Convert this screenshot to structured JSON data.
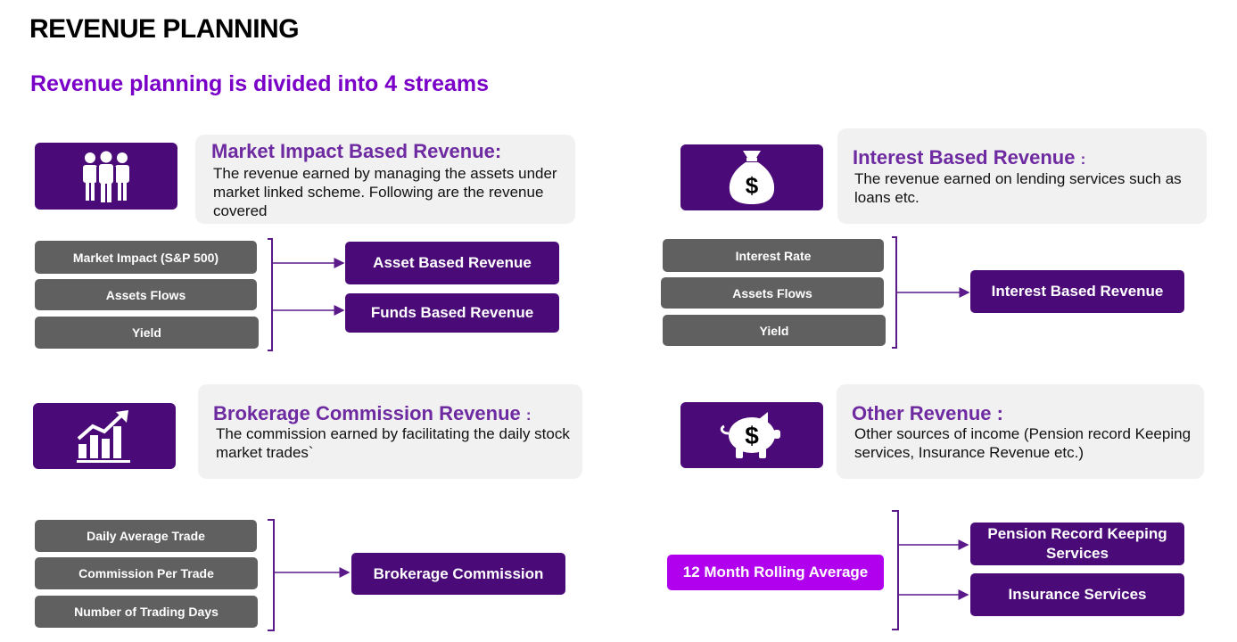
{
  "page": {
    "title": "REVENUE PLANNING",
    "subtitle": "Revenue planning is divided into 4 streams"
  },
  "colors": {
    "dark_purple": "#4a0a78",
    "accent_purple": "#7a00c8",
    "heading_purple": "#6e2aa0",
    "highlight_magenta": "#b000ee",
    "driver_gray": "#606060",
    "panel_gray": "#f1f1f1"
  },
  "streams": {
    "market": {
      "icon": "people-icon",
      "heading": "Market Impact Based Revenue:",
      "description": "The revenue earned by managing the assets under market linked scheme. Following are the revenue covered",
      "drivers": [
        "Market Impact (S&P 500)",
        "Assets Flows",
        "Yield"
      ],
      "outcomes": [
        "Asset Based Revenue",
        "Funds Based  Revenue"
      ]
    },
    "interest": {
      "icon": "money-bag-icon",
      "heading": "Interest  Based  Revenue",
      "heading_suffix": ":",
      "description": "The revenue earned  on lending services such as loans etc.",
      "drivers": [
        "Interest  Rate",
        "Assets Flows",
        "Yield"
      ],
      "outcomes": [
        "Interest Based Revenue"
      ]
    },
    "brokerage": {
      "icon": "growth-chart-icon",
      "heading": "Brokerage Commission Revenue",
      "heading_suffix": ":",
      "description": "The commission earned by facilitating the daily stock market trades`",
      "drivers": [
        "Daily Average Trade",
        "Commission Per Trade",
        "Number of Trading Days"
      ],
      "outcomes": [
        "Brokerage Commission"
      ]
    },
    "other": {
      "icon": "piggy-bank-icon",
      "heading": "Other Revenue :",
      "description": "Other sources of income (Pension record Keeping services, Insurance Revenue etc.)",
      "drivers": [
        "12 Month Rolling Average"
      ],
      "outcomes": [
        "Pension Record Keeping Services",
        "Insurance Services"
      ]
    }
  }
}
